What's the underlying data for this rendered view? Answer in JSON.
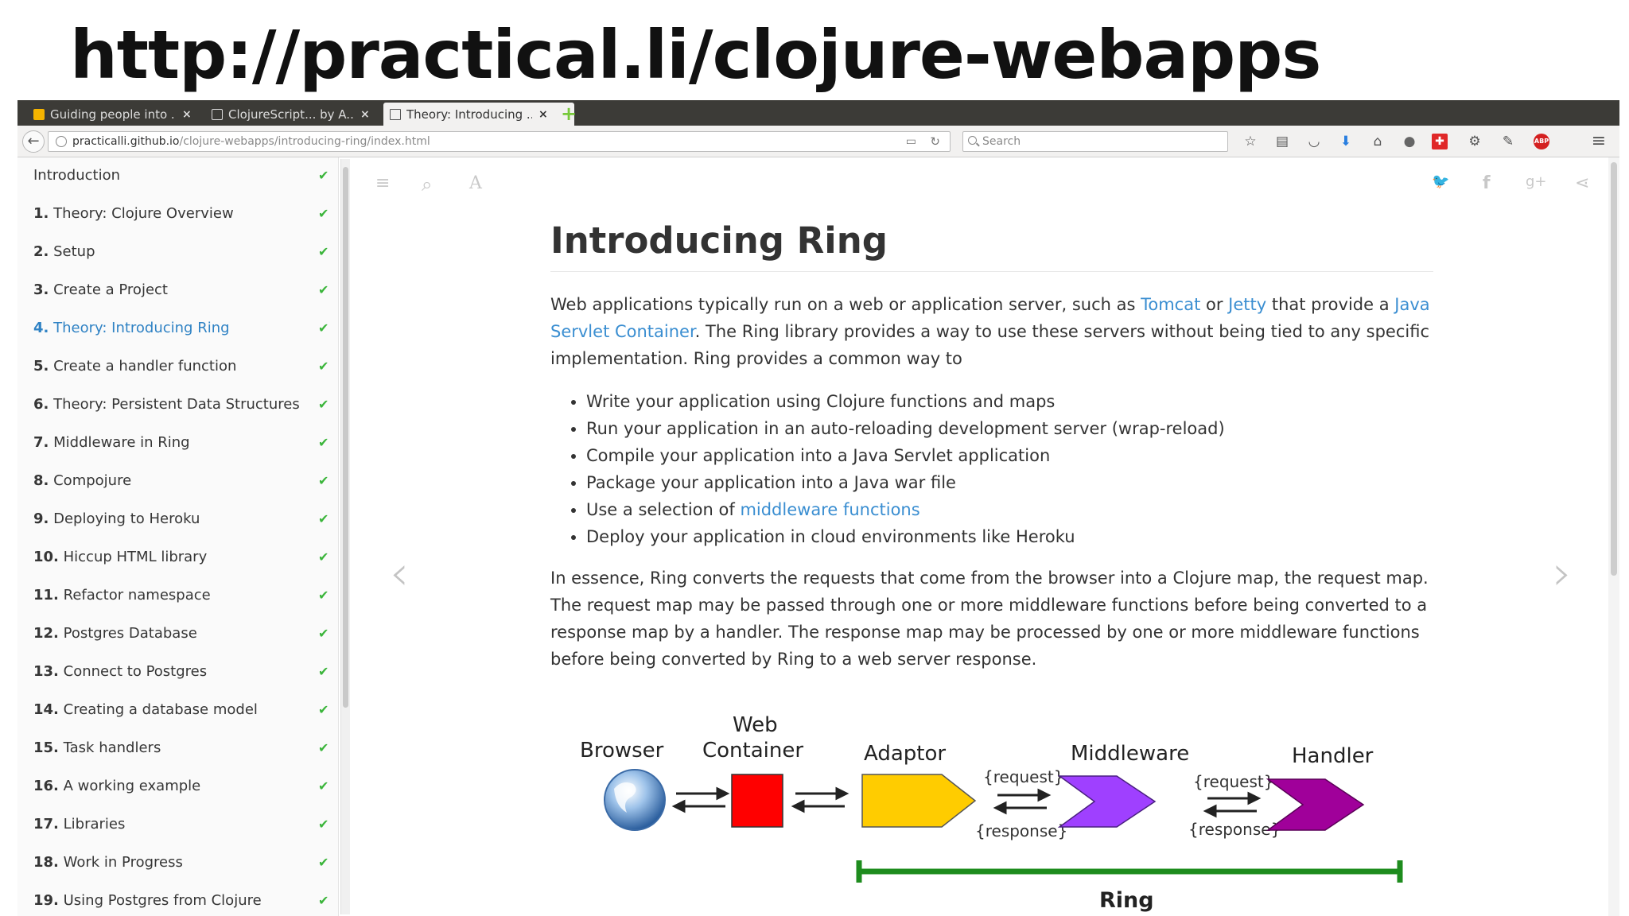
{
  "slide": {
    "title": "http://practical.li/clojure-webapps"
  },
  "tabs": [
    {
      "label": "Guiding people into ...",
      "close": "×",
      "favicon_color": "#f5b400"
    },
    {
      "label": "ClojureScript... by A...",
      "close": "×",
      "favicon_color": "#ffffff"
    },
    {
      "label": "Theory: Introducing ...",
      "close": "×",
      "favicon_color": "#555555"
    }
  ],
  "newtab": {
    "label": "+"
  },
  "toolbar": {
    "back": "←",
    "url_host": "practicalli.github.io",
    "url_path": "/clojure-webapps/introducing-ring/index.html",
    "reader": "▭",
    "reload": "↻",
    "search_placeholder": "Search",
    "icons": {
      "bookmark": "☆",
      "library": "▤",
      "pocket": "◡",
      "download": "⬇",
      "home": "⌂",
      "chat": "●",
      "addon": "✚",
      "tools": "⚙",
      "pen": "✎",
      "adblock": "ABP",
      "menu": "≡"
    }
  },
  "sidebar": {
    "items": [
      {
        "num": "",
        "text": "Introduction",
        "check": "✔",
        "active": false
      },
      {
        "num": "1.",
        "text": "Theory: Clojure Overview",
        "check": "✔",
        "active": false
      },
      {
        "num": "2.",
        "text": "Setup",
        "check": "✔",
        "active": false
      },
      {
        "num": "3.",
        "text": "Create a Project",
        "check": "✔",
        "active": false
      },
      {
        "num": "4.",
        "text": "Theory: Introducing Ring",
        "check": "✔",
        "active": true
      },
      {
        "num": "5.",
        "text": "Create a handler function",
        "check": "✔",
        "active": false
      },
      {
        "num": "6.",
        "text": "Theory: Persistent Data Structures",
        "check": "✔",
        "active": false
      },
      {
        "num": "7.",
        "text": "Middleware in Ring",
        "check": "✔",
        "active": false
      },
      {
        "num": "8.",
        "text": "Compojure",
        "check": "✔",
        "active": false
      },
      {
        "num": "9.",
        "text": "Deploying to Heroku",
        "check": "✔",
        "active": false
      },
      {
        "num": "10.",
        "text": "Hiccup HTML library",
        "check": "✔",
        "active": false
      },
      {
        "num": "11.",
        "text": "Refactor namespace",
        "check": "✔",
        "active": false
      },
      {
        "num": "12.",
        "text": "Postgres Database",
        "check": "✔",
        "active": false
      },
      {
        "num": "13.",
        "text": "Connect to Postgres",
        "check": "✔",
        "active": false
      },
      {
        "num": "14.",
        "text": "Creating a database model",
        "check": "✔",
        "active": false
      },
      {
        "num": "15.",
        "text": "Task handlers",
        "check": "✔",
        "active": false
      },
      {
        "num": "16.",
        "text": "A working example",
        "check": "✔",
        "active": false
      },
      {
        "num": "17.",
        "text": "Libraries",
        "check": "✔",
        "active": false
      },
      {
        "num": "18.",
        "text": "Work in Progress",
        "check": "✔",
        "active": false
      },
      {
        "num": "19.",
        "text": "Using Postgres from Clojure",
        "check": "✔",
        "active": false
      }
    ]
  },
  "page_toolbar": {
    "menu": "≡",
    "search": "⌕",
    "font": "A",
    "twitter": "🐦",
    "facebook": "f",
    "google": "g+",
    "share": "⋖"
  },
  "article": {
    "title": "Introducing Ring",
    "p1": {
      "t1": "Web applications typically run on a web or application server, such as ",
      "link_tomcat": "Tomcat",
      "t2": " or ",
      "link_jetty": "Jetty",
      "t3": " that provide a ",
      "link_servlet": "Java Servlet Container",
      "t4": ". The Ring library provides a way to use these servers without being tied to any specific implementation. Ring provides a common way to"
    },
    "bullets": [
      "Write your application using Clojure functions and maps",
      "Run your application in an auto-reloading development server (wrap-reload)",
      "Compile your application into a Java Servlet application",
      "Package your application into a Java war file"
    ],
    "bullet_middleware": {
      "prefix": "Use a selection of ",
      "link": "middleware functions"
    },
    "bullet_last": "Deploy your application in cloud environments like Heroku",
    "p2": "In essence, Ring converts the requests that come from the browser into a Clojure map, the request map. The request map may be passed through one or more middleware functions before being converted to a response map by a handler. The response map may be processed by one or more middleware functions before being converted by Ring to a web server response.",
    "nav_prev": "‹",
    "nav_next": "›"
  },
  "diagram": {
    "browser": "Browser",
    "web": "Web",
    "container": "Container",
    "adaptor": "Adaptor",
    "middleware": "Middleware",
    "handler": "Handler",
    "request": "{request}",
    "response": "{response}",
    "ring": "Ring",
    "colors": {
      "container": "#ff0000",
      "adaptor": "#ffcc00",
      "middleware": "#9f40ff",
      "handler": "#a0009a",
      "ring_bar": "#1e8c1e"
    }
  }
}
